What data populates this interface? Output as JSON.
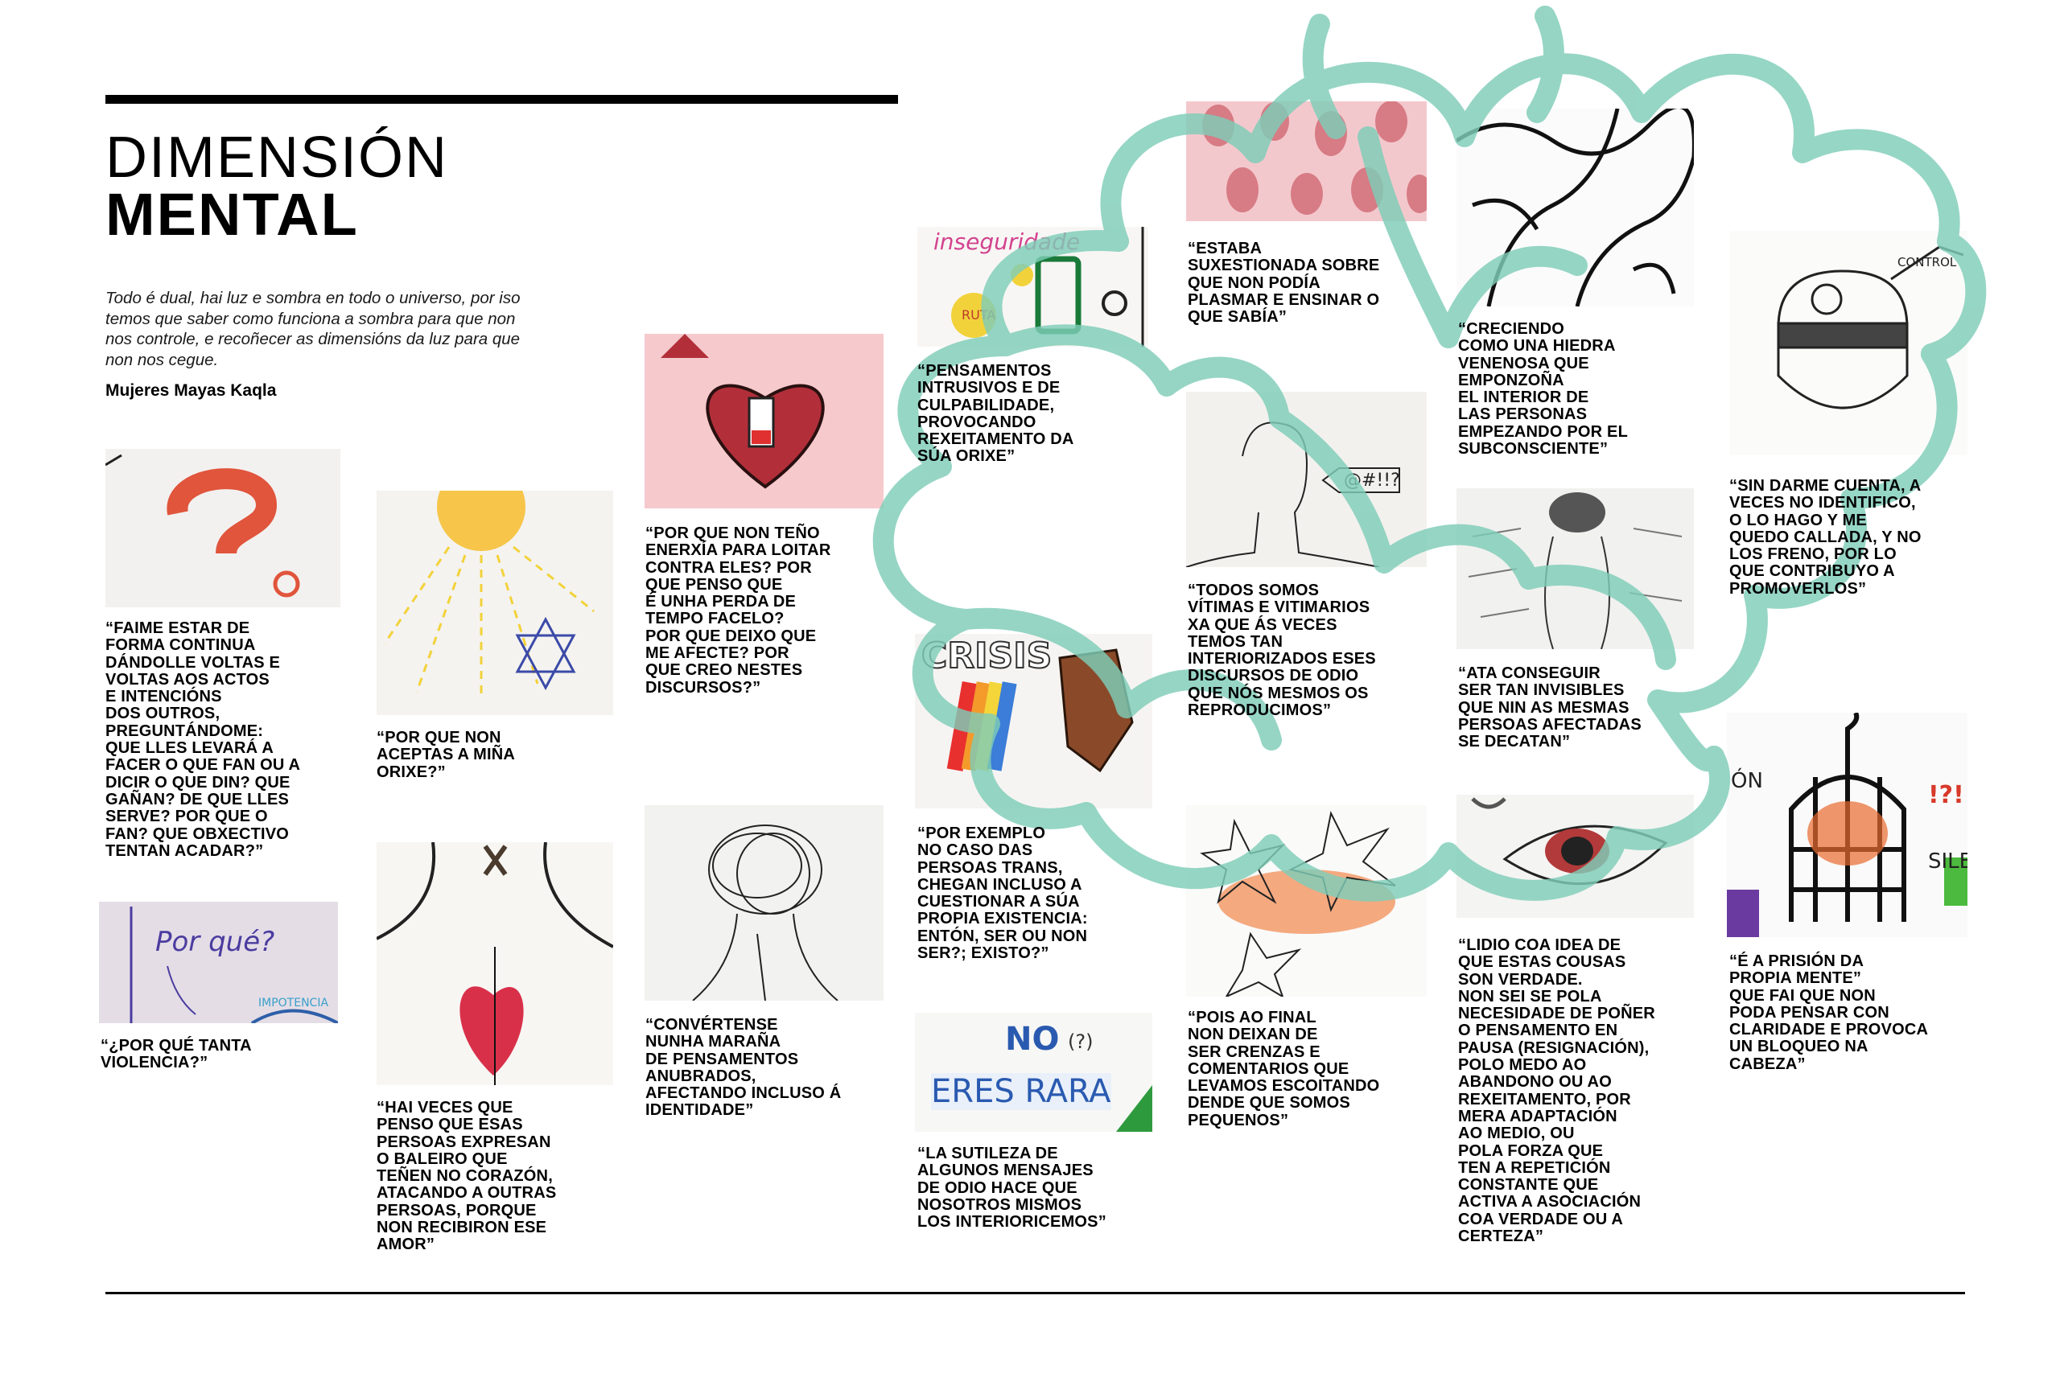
{
  "header": {
    "title_light": "DIMENSIÓN",
    "title_bold": "MENTAL",
    "intro": "Todo é dual, hai luz e sombra en todo o universo, por iso temos que saber como funciona a sombra para que non nos controle, e recoñecer as dimensións da luz para que non nos cegue.",
    "author": "Mujeres Mayas Kaqla"
  },
  "colors": {
    "cloud": "#7fcdb8",
    "text": "#000000"
  },
  "image_lettering": {
    "por_que": "Por qué?",
    "impotencia": "IMPOTENCIA",
    "inseguridade": "inseguridade",
    "ruta": "RUTA",
    "crisis": "CRISIS",
    "speech": "@#!!?",
    "no": "NO",
    "question": "(?)",
    "eres_rara": "ERES RARA",
    "control": "CONTROL",
    "sile": "SILE",
    "excl": "!?!",
    "on": "ÓN"
  },
  "captions": [
    "“FAIME ESTAR DE\nFORMA CONTINUA\nDÁNDOLLE VOLTAS E\nVOLTAS AOS ACTOS\nE INTENCIÓNS\nDOS OUTROS,\nPREGUNTÁNDOME:\nQUE LLES LEVARÁ A\nFACER O QUE FAN OU A\nDICIR O QUE DIN? QUE\nGAÑAN? DE QUE LLES\nSERVE? POR QUE O\nFAN? QUE OBXECTIVO\nTENTAN ACADAR?”",
    "“¿POR QUÉ TANTA\nVIOLENCIA?”",
    "“POR QUE NON\nACEPTAS A MIÑA\nORIXE?”",
    "“HAI VECES QUE\nPENSO QUE ESAS\nPERSOAS EXPRESAN\nO BALEIRO QUE\nTEÑEN NO CORAZÓN,\nATACANDO A OUTRAS\nPERSOAS, PORQUE\nNON RECIBIRON ESE\nAMOR”",
    "“POR QUE NON TEÑO\nENERXÍA PARA LOITAR\nCONTRA ELES? POR\nQUE PENSO QUE\nÉ UNHA PERDA DE\nTEMPO FACELO?\nPOR QUE DEIXO QUE\nME AFECTE? POR\nQUE CREO NESTES\nDISCURSOS?”",
    "“CONVÉRTENSE\nNUNHA MARAÑA\nDE PENSAMENTOS\nANUBRADOS,\nAFECTANDO INCLUSO Á\nIDENTIDADE”",
    "“PENSAMENTOS\nINTRUSIVOS E DE\nCULPABILIDADE,\nPROVOCANDO\nREXEITAMENTO DA\nSÚA ORIXE”",
    "“POR EXEMPLO\nNO CASO DAS\nPERSOAS TRANS,\nCHEGAN INCLUSO A\nCUESTIONAR A SÚA\nPROPIA EXISTENCIA:\nENTÓN, SER OU NON\nSER?; EXISTO?”",
    "“LA SUTILEZA DE\nALGUNOS MENSAJES\nDE ODIO HACE QUE\nNOSOTROS MISMOS\nLOS INTERIORICEMOS”",
    "“ESTABA\nSUXESTIONADA SOBRE\nQUE NON PODÍA\nPLASMAR E ENSINAR O\nQUE SABÍA”",
    "“TODOS SOMOS\nVÍTIMAS E VITIMARIOS\nXA QUE ÁS VECES\nTEMOS TAN\nINTERIORIZADOS ESES\nDISCURSOS DE ODIO\nQUE NÓS MESMOS OS\nREPRODUCIMOS”",
    "“POIS AO FINAL\nNON DEIXAN DE\nSER CRENZAS E\nCOMENTARIOS QUE\nLEVAMOS ESCOITANDO\nDENDE QUE SOMOS\nPEQUENOS”",
    "“CRECIENDO\nCOMO UNA HIEDRA\nVENENOSA QUE\nEMPONZOÑA\nEL INTERIOR DE\nLAS PERSONAS\nEMPEZANDO POR EL\nSUBCONSCIENTE”",
    "“ATA CONSEGUIR\nSER TAN INVISIBLES\nQUE NIN AS MESMAS\nPERSOAS AFECTADAS\nSE DECATAN”",
    "“LIDIO COA IDEA DE\nQUE ESTAS COUSAS\nSON VERDADE.\nNON SEI SE POLA\nNECESIDADE DE POÑER\nO PENSAMENTO EN\nPAUSA (RESIGNACIÓN),\nPOLO MEDO AO\nABANDONO OU AO\nREXEITAMENTO, POR\nMERA ADAPTACIÓN\nAO MEDIO, OU\nPOLA FORZA QUE\nTEN A REPETICIÓN\nCONSTANTE QUE\nACTIVA A ASOCIACIÓN\nCOA VERDADE OU A\nCERTEZA”",
    "“SIN DARME CUENTA, A\nVECES NO IDENTIFICO,\nO LO HAGO Y ME\nQUEDO CALLADA, Y NO\nLOS FRENO, POR LO\nQUE CONTRIBUYO A\nPROMOVERLOS”",
    "“É A PRISIÓN DA\nPROPIA MENTE”\nQUE FAI QUE NON\nPODA PENSAR CON\nCLARIDADE E PROVOCA\nUN BLOQUEO NA\nCABEZA”"
  ]
}
